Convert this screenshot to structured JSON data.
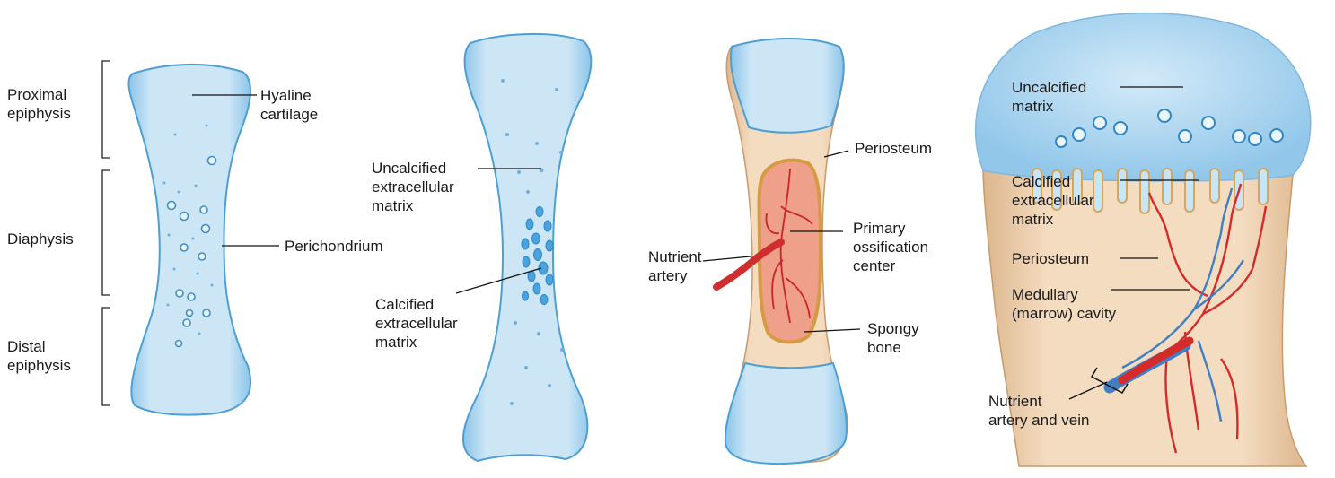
{
  "colors": {
    "cartilage_fill": "#bfe0f3",
    "cartilage_edge": "#5aa7d6",
    "chondrocyte": "#3f93cf",
    "bone_tan": "#f1d3b0",
    "spongy_bone": "#e99a84",
    "artery": "#d42a2a",
    "vein": "#3f7fc4",
    "leader_line": "#111111"
  },
  "stage1": {
    "bracket_labels": [
      "Proximal\nepiphysis",
      "Diaphysis",
      "Distal\nepiphysis"
    ],
    "hyaline_cartilage": "Hyaline\ncartilage",
    "perichondrium": "Perichondrium"
  },
  "stage2": {
    "uncalcified": "Uncalcified\nextracellular\nmatrix",
    "calcified": "Calcified\nextracellular\nmatrix"
  },
  "stage3": {
    "periosteum": "Periosteum",
    "primary_center": "Primary\nossification\ncenter",
    "nutrient_artery": "Nutrient\nartery",
    "spongy_bone": "Spongy\nbone"
  },
  "stage4": {
    "uncalcified_matrix": "Uncalcified\nmatrix",
    "calcified_matrix": "Calcified\nextracellular\nmatrix",
    "periosteum": "Periosteum",
    "medullary_cavity": "Medullary\n(marrow) cavity",
    "nutrient_vessels": "Nutrient\nartery and vein"
  }
}
